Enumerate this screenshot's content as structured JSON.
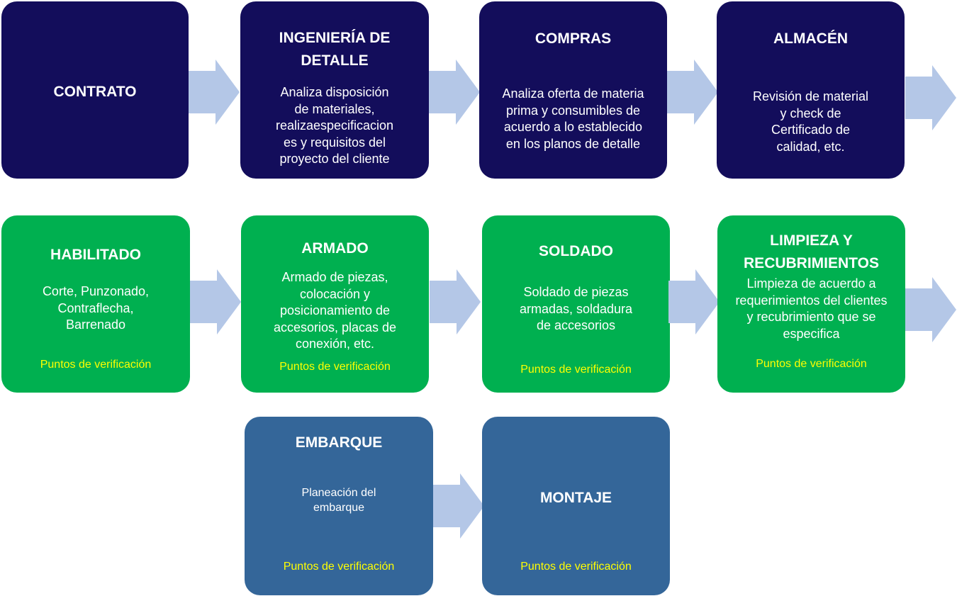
{
  "colors": {
    "navy": "#130d5b",
    "green": "#00b050",
    "steel": "#346699",
    "arrow": "#b4c7e7",
    "verify_text": "#ffff00"
  },
  "row1": {
    "contrato": {
      "title": "CONTRATO"
    },
    "ingenieria": {
      "title": "INGENIERÍA DE\nDETALLE",
      "desc": "Analiza disposición\nde materiales,\nrealizaespecificacion\nes y requisitos del\nproyecto del cliente"
    },
    "compras": {
      "title": "COMPRAS",
      "desc": "Analiza oferta de materia\nprima y consumibles de\nacuerdo a lo establecido\nen los planos de detalle"
    },
    "almacen": {
      "title": "ALMACÉN",
      "desc": "Revisión de material\ny check de\nCertificado de\ncalidad, etc."
    }
  },
  "row2": {
    "habilitado": {
      "title": "HABILITADO",
      "desc": "Corte, Punzonado,\nContraflecha,\nBarrenado",
      "verify": "Puntos de verificación"
    },
    "armado": {
      "title": "ARMADO",
      "desc": "Armado de piezas,\ncolocación y\nposicionamiento de\naccesorios, placas de\nconexión, etc.",
      "verify": "Puntos de verificación"
    },
    "soldado": {
      "title": "SOLDADO",
      "desc": "Soldado de piezas\narmadas, soldadura\nde accesorios",
      "verify": "Puntos de verificación"
    },
    "limpieza": {
      "title": "LIMPIEZA Y\nRECUBRIMIENTOS",
      "desc": "Limpieza de acuerdo a\nrequerimientos del clientes\ny recubrimiento que se\nespecifica",
      "verify": "Puntos de verificación"
    }
  },
  "row3": {
    "embarque": {
      "title": "EMBARQUE",
      "desc": "Planeación del\nembarque",
      "verify": "Puntos de verificación"
    },
    "montaje": {
      "title": "MONTAJE",
      "verify": "Puntos de verificación"
    }
  }
}
